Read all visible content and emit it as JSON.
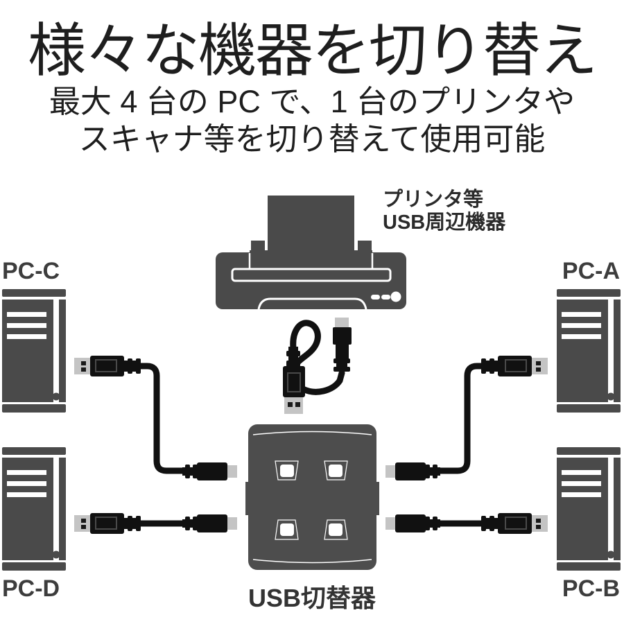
{
  "title": "様々な機器を切り替え",
  "subtitle": {
    "line1": "最大 4 台の PC で、1 台のプリンタや",
    "line2": "スキャナ等を切り替えて使用可能"
  },
  "diagram": {
    "peripheral_label": {
      "line1": "プリンタ等",
      "line2": "USB周辺機器"
    },
    "switch_label": "USB切替器",
    "computers": [
      {
        "id": "pc-a",
        "label": "PC-A",
        "position": "top-right"
      },
      {
        "id": "pc-b",
        "label": "PC-B",
        "position": "bottom-right"
      },
      {
        "id": "pc-c",
        "label": "PC-C",
        "position": "top-left"
      },
      {
        "id": "pc-d",
        "label": "PC-D",
        "position": "bottom-left"
      }
    ],
    "switch_button_count": 4,
    "connections": [
      "PC-A to switch right-top port",
      "PC-B to switch right-bottom port",
      "PC-C to switch left-top port",
      "PC-D to switch left-bottom port",
      "switch to printer via USB A-B cable"
    ],
    "icons": [
      "printer-icon",
      "pc-tower-icon",
      "usb-switch-icon",
      "usb-a-plug-icon",
      "usb-b-plug-icon"
    ],
    "colors": {
      "shape_gray": "#4a4a4a",
      "switch_gray": "#4d4d4d",
      "cable_black": "#111111",
      "connector_gray": "#c4c4c4",
      "title_text": "#1e1e1e",
      "pc_label_text": "#3d3d3d",
      "background": "#ffffff"
    }
  }
}
